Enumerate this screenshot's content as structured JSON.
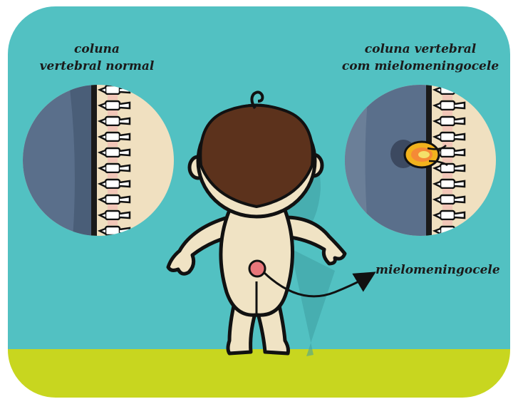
{
  "labels": {
    "normal_line1": "coluna",
    "normal_line2": "vertebral normal",
    "mmc_line1": "coluna vertebral",
    "mmc_line2": "com mielomeningocele",
    "pointer": "mielomeningocele"
  },
  "colors": {
    "background": "#52c1c2",
    "floor": "#c8d61f",
    "outline": "#111111",
    "skin": "#f0e3c4",
    "hair": "#5c321c",
    "lesion": "#e8767a",
    "magnifier_tissue": "#5a6f8b",
    "magnifier_bone": "#f0e0c0",
    "cyst_core": "#f2b21d"
  },
  "icons": {
    "left_magnifier": "normal-spine-magnifier",
    "right_magnifier": "myelomeningocele-spine-magnifier",
    "baby": "baby-back-view",
    "arrow": "curved-arrow"
  }
}
